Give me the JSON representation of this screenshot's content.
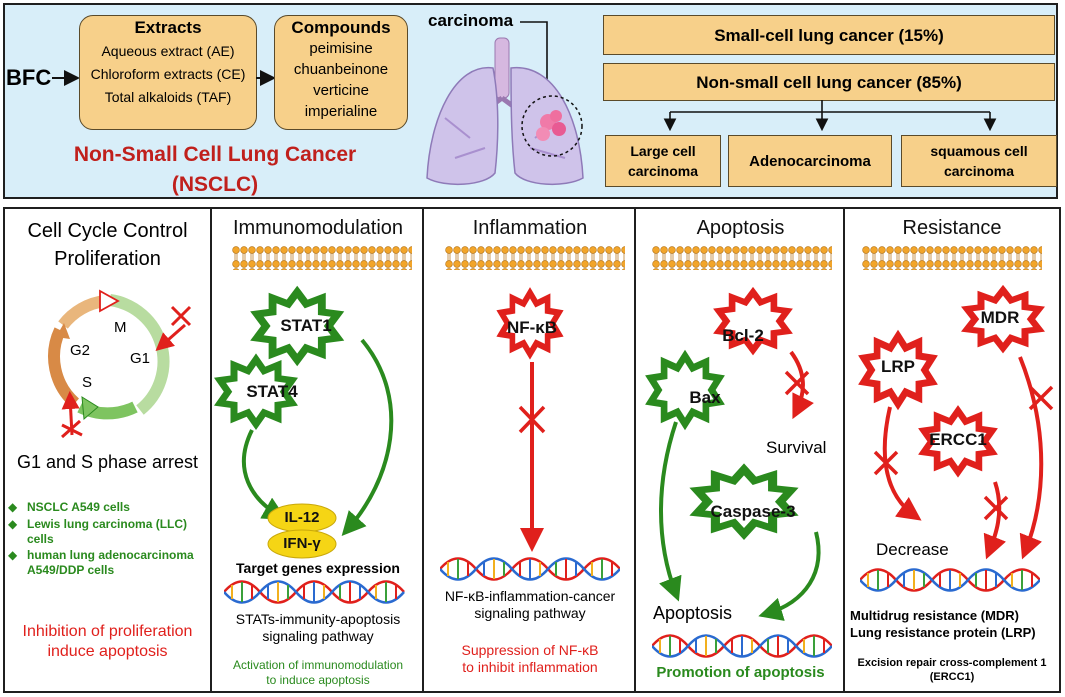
{
  "top": {
    "bfc": "BFC",
    "extracts": {
      "title": "Extracts",
      "items": [
        "Aqueous extract (AE)",
        "Chloroform extracts (CE)",
        "Total alkaloids (TAF)"
      ]
    },
    "compounds": {
      "title": "Compounds",
      "items": [
        "peimisine",
        "chuanbeinone",
        "verticine",
        "imperialine"
      ]
    },
    "carcinoma_label": "carcinoma",
    "nsclc_title_line1": "Non-Small Cell Lung Cancer",
    "nsclc_title_line2": "(NSCLC)",
    "sclc": "Small-cell lung cancer (15%)",
    "nsclc": "Non-small cell lung cancer (85%)",
    "subtypes": {
      "large": "Large cell carcinoma",
      "adeno": "Adenocarcinoma",
      "squamous": "squamous cell carcinoma"
    }
  },
  "cell_cycle": {
    "title_line1": "Cell Cycle Control",
    "title_line2": "Proliferation",
    "phases": {
      "m": "M",
      "g1": "G1",
      "g2": "G2",
      "s": "S"
    },
    "arrest": "G1 and S phase arrest",
    "cells": [
      "NSCLC A549 cells",
      "Lewis lung carcinoma (LLC) cells",
      "human lung adenocarcinoma A549/DDP cells"
    ],
    "conclusion_line1": "Inhibition of proliferation",
    "conclusion_line2": "induce apoptosis"
  },
  "immuno": {
    "title": "Immunomodulation",
    "stat1": "STAT1",
    "stat4": "STAT4",
    "il12": "IL-12",
    "ifn": "IFN-γ",
    "target": "Target genes expression",
    "pathway_line1": "STATs-immunity-apoptosis",
    "pathway_line2": "signaling pathway",
    "conclusion_line1": "Activation of immunomodulation",
    "conclusion_line2": "to induce apoptosis"
  },
  "inflammation": {
    "title": "Inflammation",
    "nfkb": "NF-κB",
    "pathway_line1": "NF-κB-inflammation-cancer",
    "pathway_line2": "signaling pathway",
    "conclusion_line1": "Suppression of NF-κB",
    "conclusion_line2": "to inhibit inflammation"
  },
  "apoptosis": {
    "title": "Apoptosis",
    "bcl2": "Bcl-2",
    "bax": "Bax",
    "survival": "Survival",
    "caspase": "Caspase-3",
    "apoptosis_label": "Apoptosis",
    "conclusion": "Promotion of apoptosis"
  },
  "resistance": {
    "title": "Resistance",
    "mdr": "MDR",
    "lrp": "LRP",
    "ercc1": "ERCC1",
    "decrease": "Decrease",
    "legend_line1": "Multidrug resistance  (MDR)",
    "legend_line2": "Lung resistance protein (LRP)",
    "legend_line3": "Excision repair cross-complement 1",
    "legend_line4": "(ERCC1)"
  },
  "colors": {
    "red": "#e0201c",
    "green": "#2a8a1e",
    "tan": "#f7d08a",
    "panel_blue": "#d8eef9"
  }
}
